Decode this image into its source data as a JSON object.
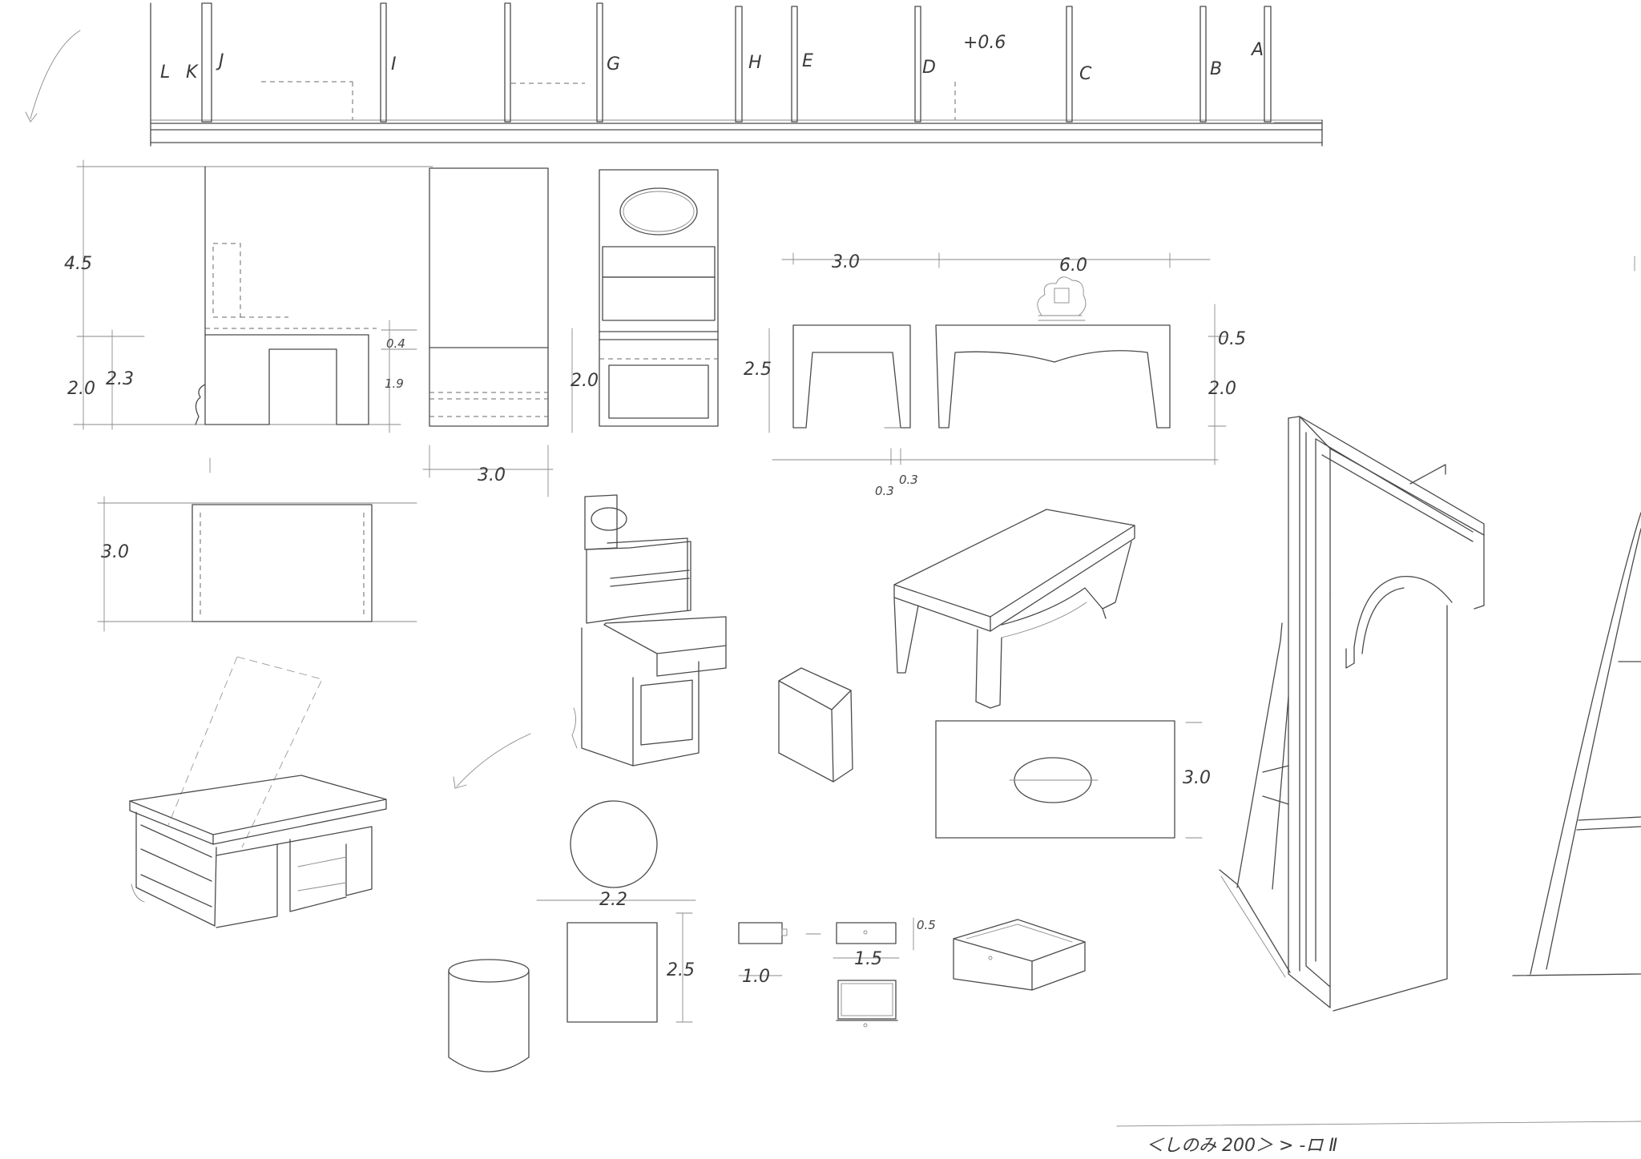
{
  "wall_section_labels": [
    "L",
    "K",
    "J",
    "I",
    "G",
    "H",
    "E",
    "D",
    "C",
    "B",
    "A"
  ],
  "wall_note": "+0.6",
  "dimensions": {
    "desk_height_total": "4.5",
    "desk_height_a": "2.3",
    "desk_height_b": "2.0",
    "desk_top_thickness": "0.4",
    "desk_leg_height": "1.9",
    "desk_depth": "3.0",
    "cabinet_width": "3.0",
    "cabinet_height": "2.0",
    "table_leg_span": "3.0",
    "table_length": "6.0",
    "table_height": "2.5",
    "table_top_thickness": "0.5",
    "table_leg_height": "2.0",
    "table_leg_offset_a": "0.3",
    "table_leg_offset_b": "0.3",
    "table_plan_depth": "3.0",
    "round_diameter": "2.2",
    "stool_height": "2.5",
    "drawer_depth": "1.0",
    "drawer_width": "1.5",
    "drawer_height": "0.5"
  },
  "footer_note": "＜しのみ 200＞  > -ロ  Ⅱ"
}
